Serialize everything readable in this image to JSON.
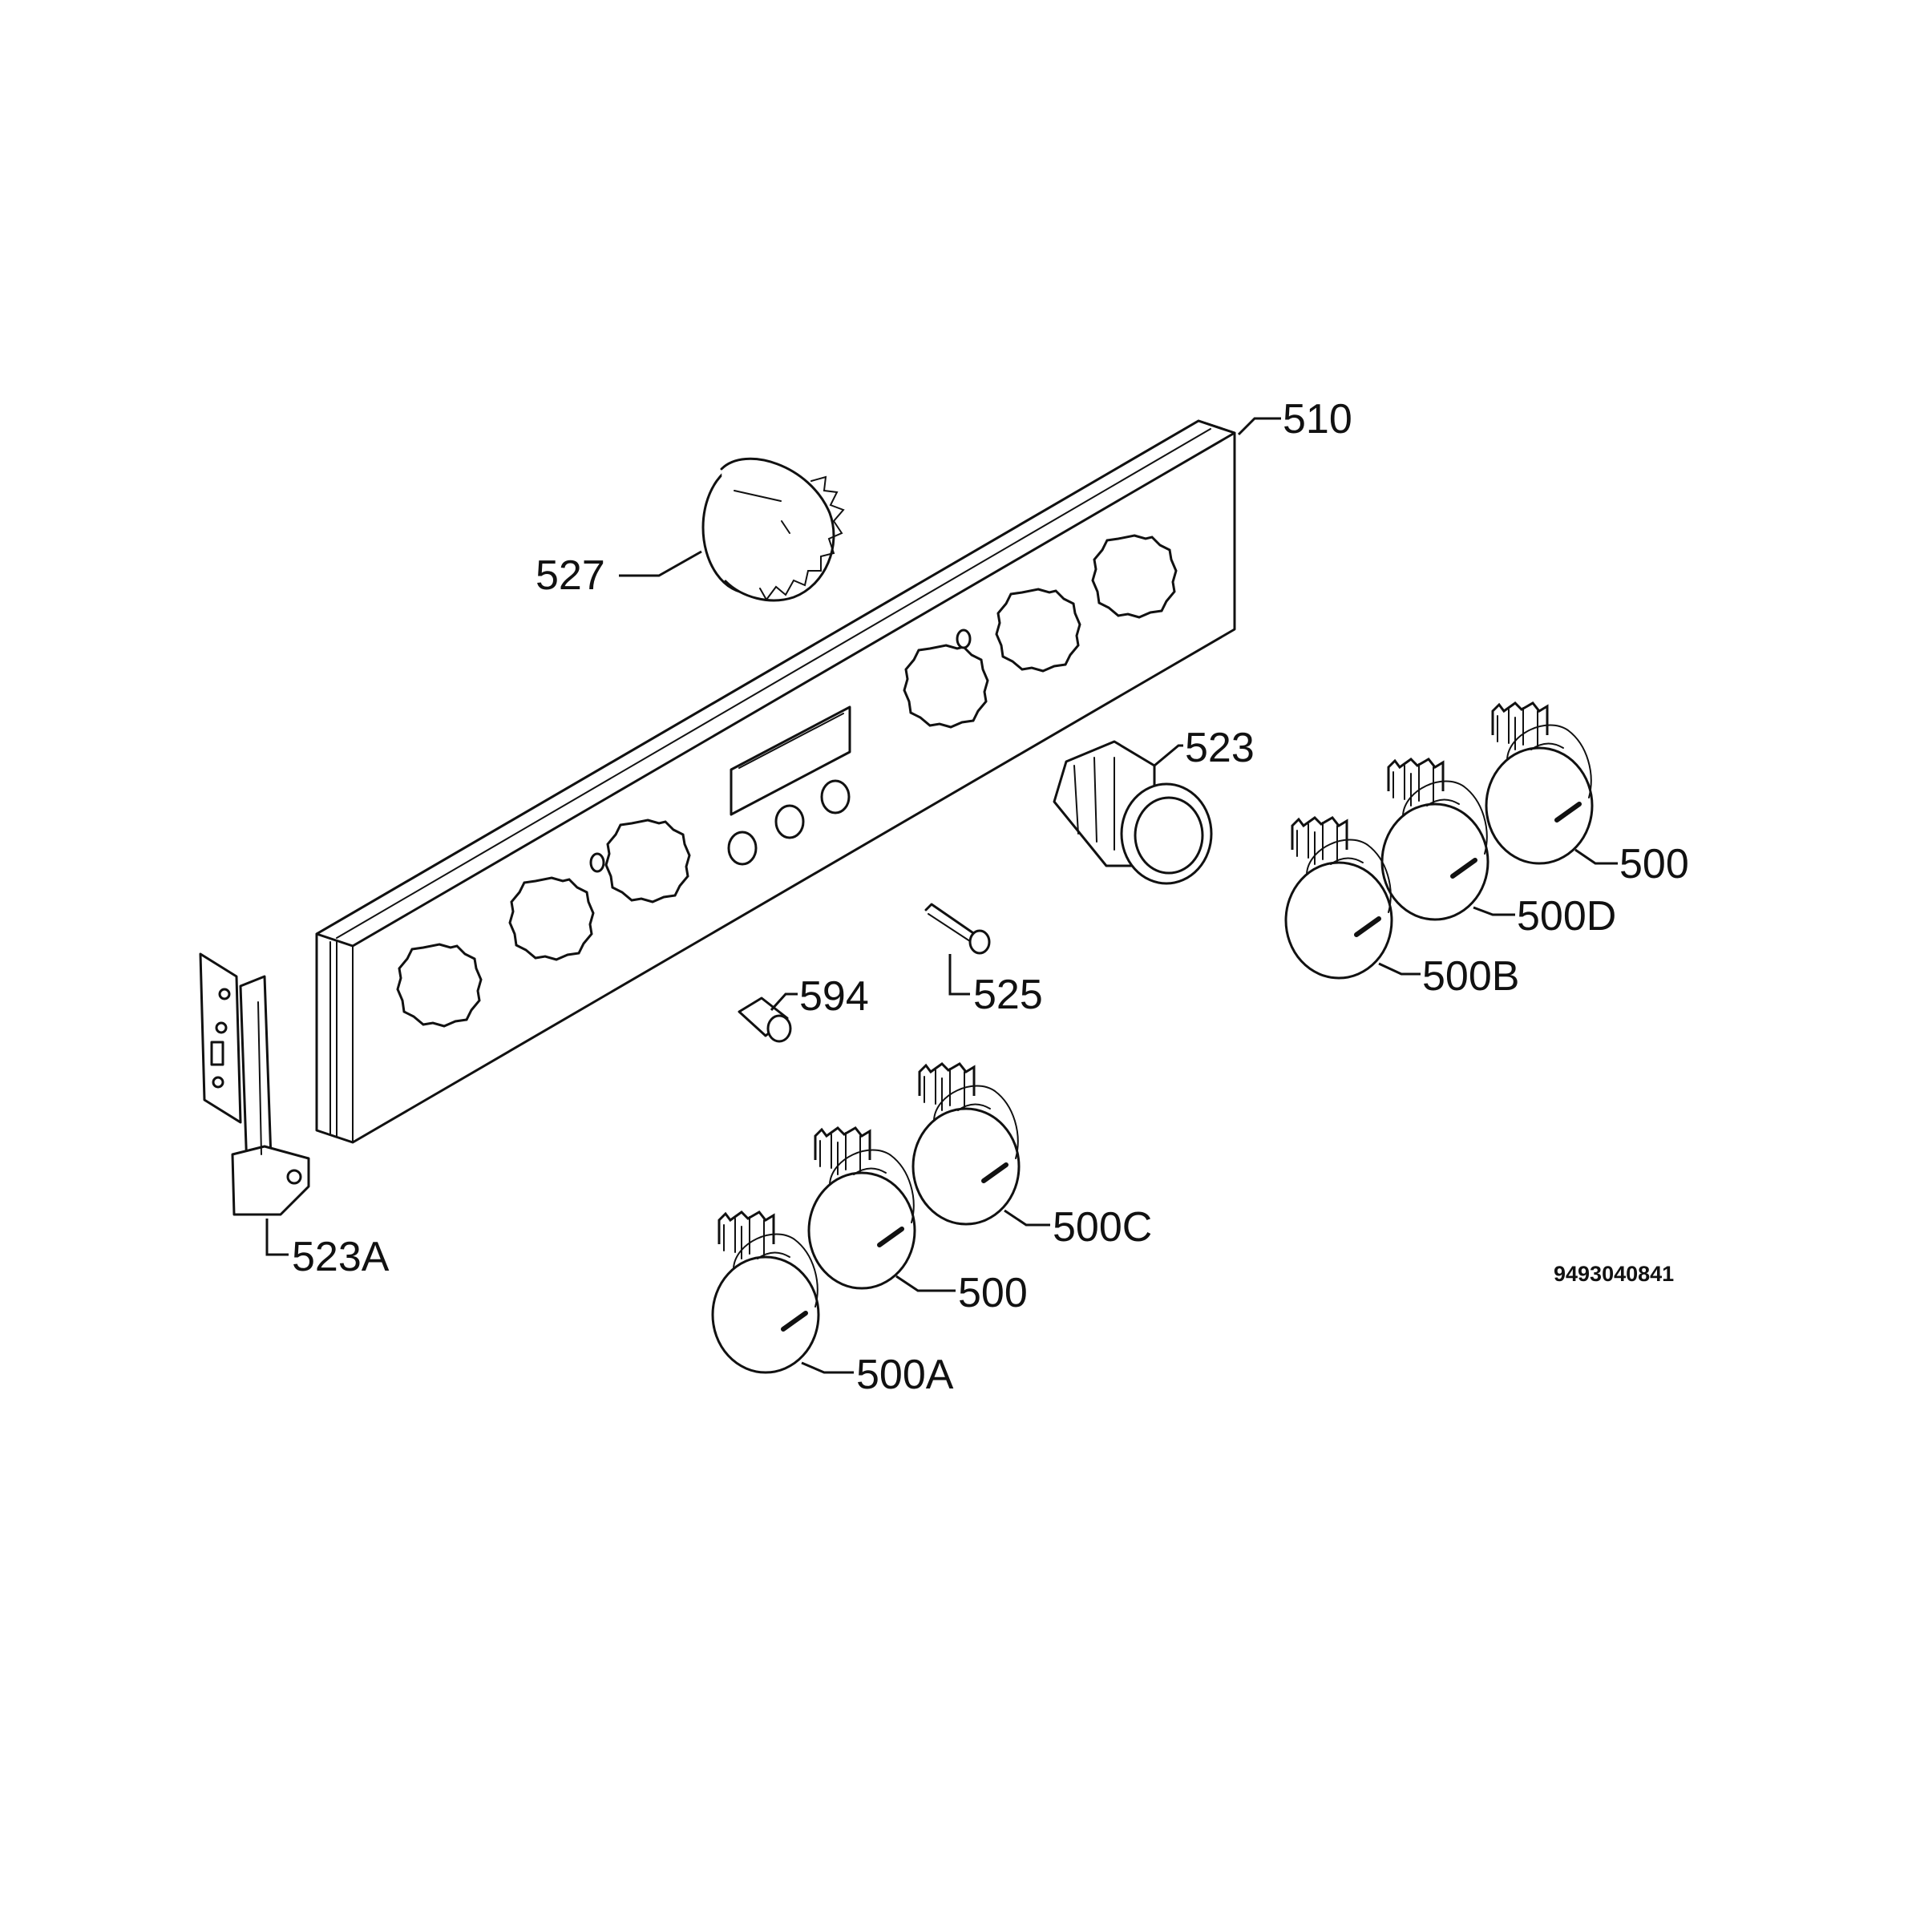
{
  "diagram": {
    "drawing_number": "9493040841",
    "callouts": {
      "c510": "510",
      "c527": "527",
      "c523": "523",
      "c500_top": "500",
      "c500d": "500D",
      "c500b": "500B",
      "c594": "594",
      "c525": "525",
      "c523a": "523A",
      "c500c": "500C",
      "c500_mid": "500",
      "c500a": "500A"
    }
  }
}
